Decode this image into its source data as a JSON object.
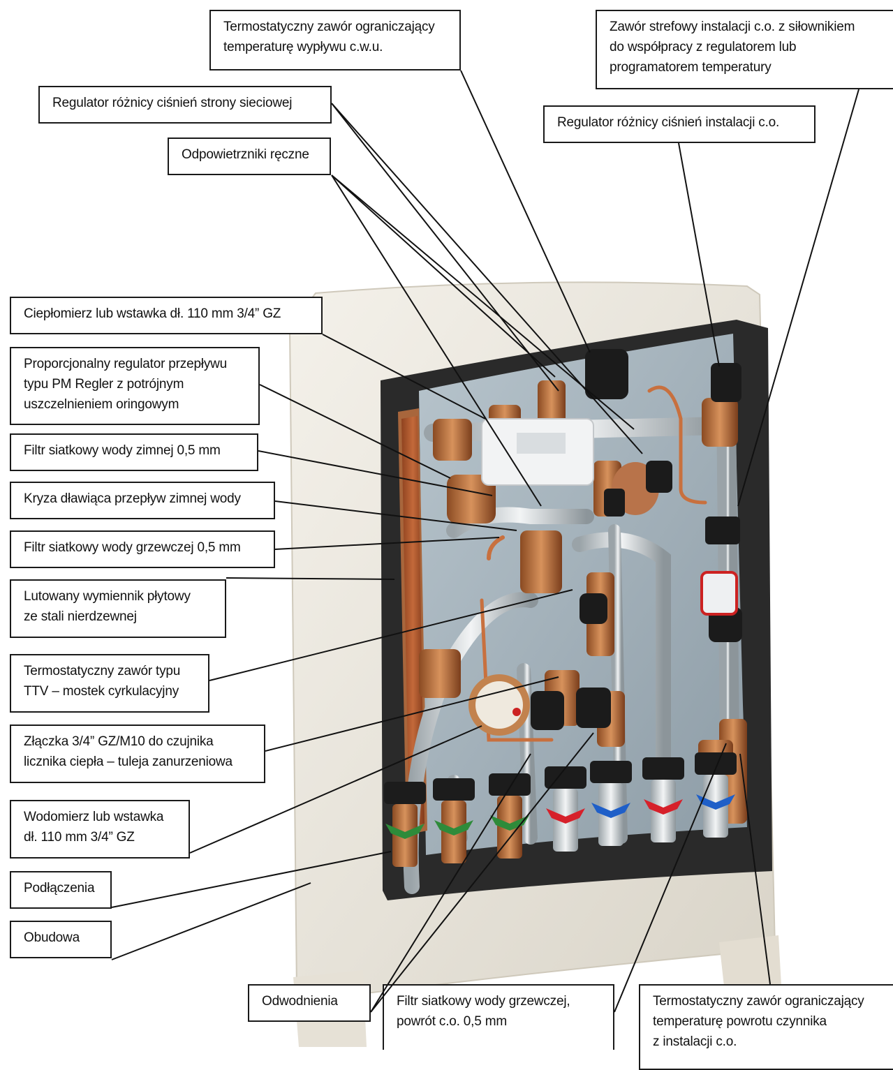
{
  "labels": {
    "thermo_limit_dhw": [
      "Termostatyczny zawór ograniczający",
      "temperaturę wypływu c.w.u."
    ],
    "zone_valve": [
      "Zawór strefowy instalacji c.o. z siłownikiem",
      "do współpracy z regulatorem lub",
      "programatorem temperatury"
    ],
    "dp_regulator_network": [
      "Regulator różnicy ciśnień strony sieciowej"
    ],
    "dp_regulator_heating": [
      "Regulator różnicy ciśnień instalacji c.o."
    ],
    "manual_air_vents": [
      "Odpowietrzniki ręczne"
    ],
    "heat_meter": [
      "Ciepłomierz lub wstawka dł. 110 mm 3/4” GZ"
    ],
    "pm_regler": [
      "Proporcjonalny regulator przepływu",
      "typu PM Regler z potrójnym",
      "uszczelnieniem oringowym"
    ],
    "filter_cold": [
      "Filtr siatkowy wody zimnej 0,5 mm"
    ],
    "orifice_cold": [
      "Kryza dławiąca przepływ zimnej wody"
    ],
    "filter_heating": [
      "Filtr siatkowy wody grzewczej 0,5 mm"
    ],
    "plate_exchanger": [
      "Lutowany wymiennik płytowy",
      "ze stali nierdzewnej"
    ],
    "ttv_valve": [
      "Termostatyczny zawór typu",
      "TTV – mostek cyrkulacyjny"
    ],
    "sensor_fitting": [
      "Złączka 3/4” GZ/M10 do czujnika",
      "licznika ciepła – tuleja zanurzeniowa"
    ],
    "water_meter": [
      "Wodomierz lub wstawka",
      "dł. 110 mm 3/4” GZ"
    ],
    "connections": [
      "Podłączenia"
    ],
    "housing": [
      "Obudowa"
    ],
    "drains": [
      "Odwodnienia"
    ],
    "filter_return": [
      "Filtr siatkowy wody grzewczej,",
      "powrót c.o. 0,5 mm"
    ],
    "thermo_limit_return": [
      "Termostatyczny zawór ograniczający",
      "temperaturę powrotu czynnika",
      "z instalacji c.o."
    ]
  },
  "valve_handle_colors": [
    "#2e8b3a",
    "#2e8b3a",
    "#2e8b3a",
    "#d6202a",
    "#1f5fc8",
    "#d6202a",
    "#1f5fc8"
  ]
}
